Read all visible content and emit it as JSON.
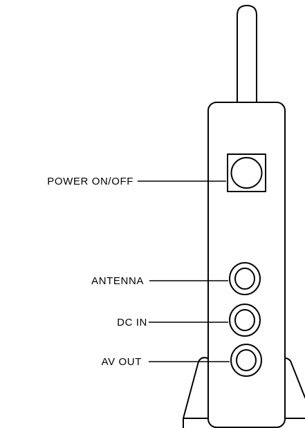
{
  "diagram": {
    "labels": {
      "power": "POWER ON/OFF",
      "antenna": "ANTENNA",
      "dc_in": "DC IN",
      "av_out": "AV OUT"
    },
    "colors": {
      "line": "#000000",
      "background": "#ffffff"
    }
  }
}
